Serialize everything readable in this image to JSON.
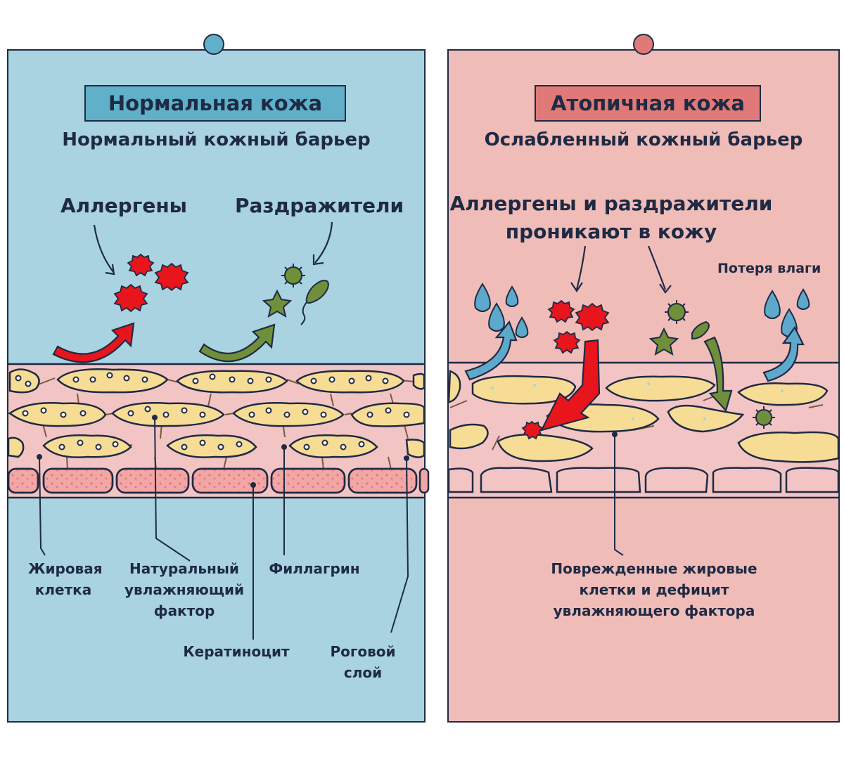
{
  "normal": {
    "title": "Нормальная кожа",
    "subtitle": "Нормальный кожный барьер",
    "allergens": "Аллергены",
    "irritants": "Раздражители",
    "labels": {
      "fat_cell": [
        "Жировая",
        "клетка"
      ],
      "nmf": [
        "Натуральный",
        "увлажняющий",
        "фактор"
      ],
      "filaggrin": "Филлагрин",
      "keratinocyte": "Кератиноцит",
      "stratum": [
        "Роговой",
        "слой"
      ]
    }
  },
  "atopic": {
    "title": "Атопичная кожа",
    "subtitle": "Ослабленный кожный барьер",
    "penetrate": [
      "Аллергены и раздражители",
      "проникают в кожу"
    ],
    "moisture_loss": "Потеря влаги",
    "damaged": [
      "Поврежденные жировые",
      "клетки и дефицит",
      "увлажняющего фактора"
    ]
  },
  "colors": {
    "normal_bg": "#a9d3e0",
    "normal_title_bg": "#5fb0c8",
    "atopic_bg": "#f0bcb8",
    "atopic_title_bg": "#e07a78",
    "skin_pink": "#f2c4c4",
    "fat_cell": "#f6dc95",
    "allergen_red": "#e8151c",
    "irritant_green": "#6f8f3a",
    "moisture_blue": "#5da9cc"
  }
}
